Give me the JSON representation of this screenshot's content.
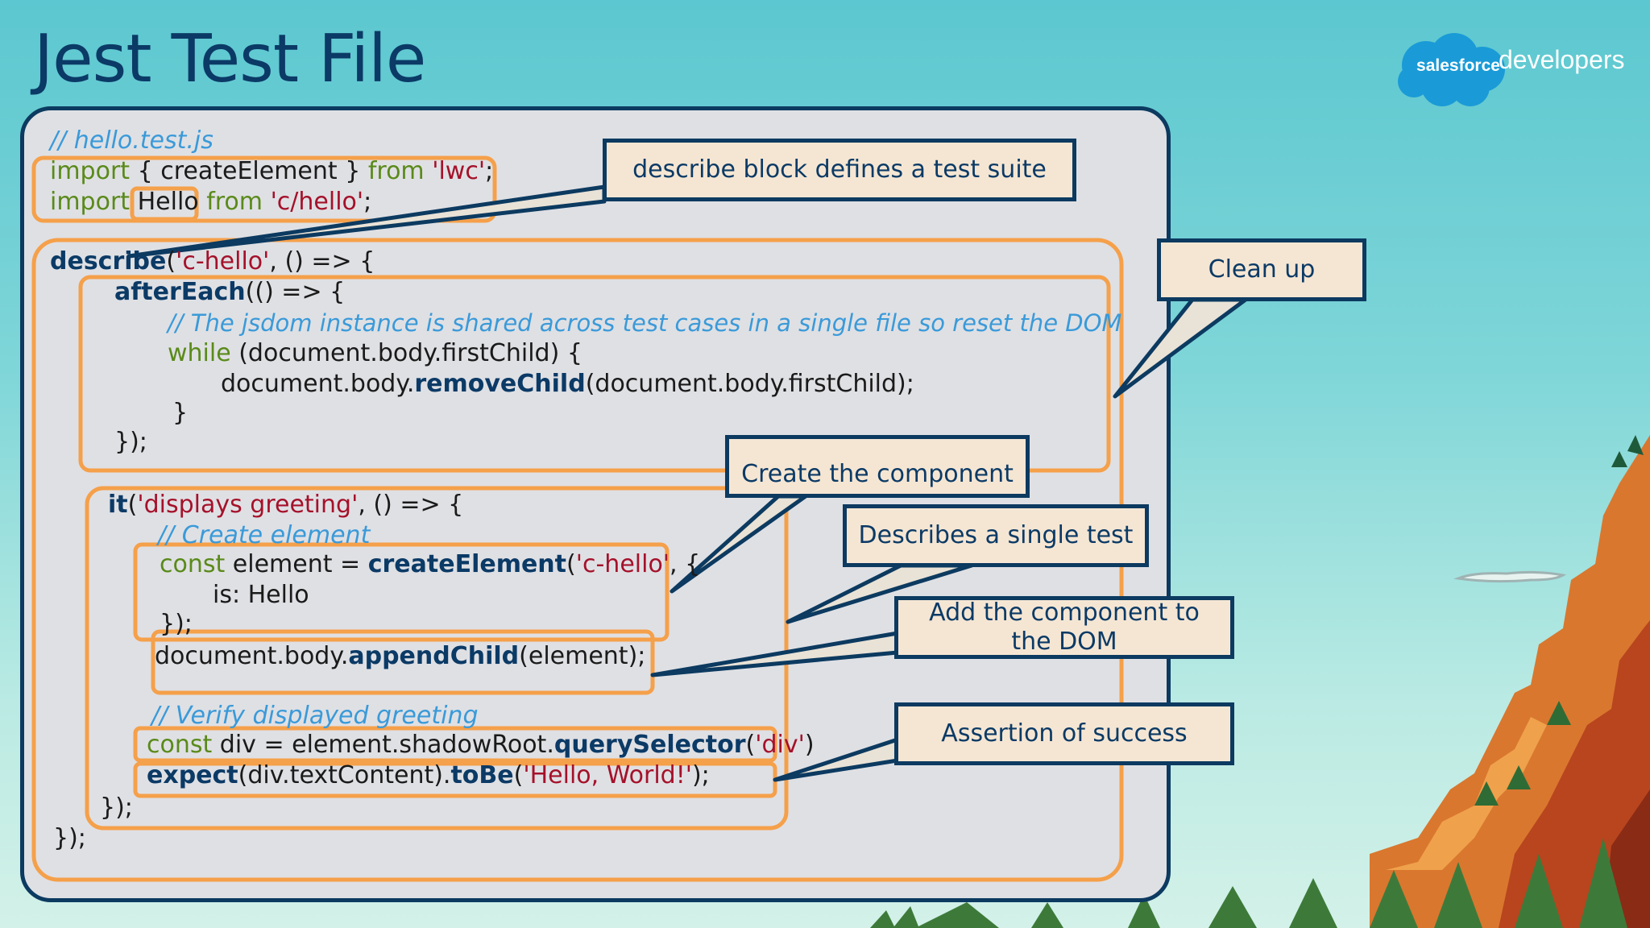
{
  "slide": {
    "title": "Jest Test File",
    "brand": {
      "logo_text": "salesforce",
      "suffix": "developers"
    }
  },
  "code": {
    "l1": "// hello.test.js",
    "l2_kw": "import",
    "l2_mid": " { createElement } ",
    "l2_from": "from",
    "l2_str": "'lwc'",
    "l2_end": ";",
    "l3_kw": "import",
    "l3_hello": " Hello ",
    "l3_from": "from",
    "l3_str": "'c/hello'",
    "l3_end": ";",
    "l4_fn": "describe",
    "l4_a": "(",
    "l4_str": "'c-hello'",
    "l4_b": ", () => {",
    "l5_fn": "afterEach",
    "l5_b": "(() => {",
    "l6": "// The jsdom instance is shared across test cases in a single file so reset the DOM",
    "l7_kw": "while",
    "l7_b": " (document.body.firstChild) {",
    "l8_a": "document.body.",
    "l8_fn": "removeChild",
    "l8_b": "(document.body.firstChild);",
    "l9": "}",
    "l10": "});",
    "l11_fn": "it",
    "l11_a": "(",
    "l11_str": "'displays greeting'",
    "l11_b": ", () => {",
    "l12": "// Create element",
    "l13_kw": "const",
    "l13_a": " element = ",
    "l13_fn": "createElement",
    "l13_b": "(",
    "l13_str": "'c-hello'",
    "l13_c": ", {",
    "l14": "is: Hello",
    "l15": "});",
    "l16_a": "document.body.",
    "l16_fn": "appendChild",
    "l16_b": "(element);",
    "l17": "// Verify displayed greeting",
    "l18_kw": "const",
    "l18_a": " div = element.shadowRoot.",
    "l18_fn": "querySelector",
    "l18_b": "(",
    "l18_str": "'div'",
    "l18_c": ")",
    "l19_fn": "expect",
    "l19_a": "(div.textContent).",
    "l19_fn2": "toBe",
    "l19_b": "(",
    "l19_str": "'Hello, World!'",
    "l19_c": ");",
    "l20": "});",
    "l21": "});"
  },
  "callouts": {
    "describe": "describe block defines a test suite",
    "cleanup": "Clean up",
    "create": "Create the component",
    "single": "Describes a single test",
    "add_line1": "Add the component to",
    "add_line2": "the DOM",
    "assert": "Assertion of success"
  },
  "colors": {
    "navy": "#0c3a60",
    "orange": "#f5a04a",
    "callout_fill": "#f5e6d3",
    "panel": "#dfe0e4"
  }
}
